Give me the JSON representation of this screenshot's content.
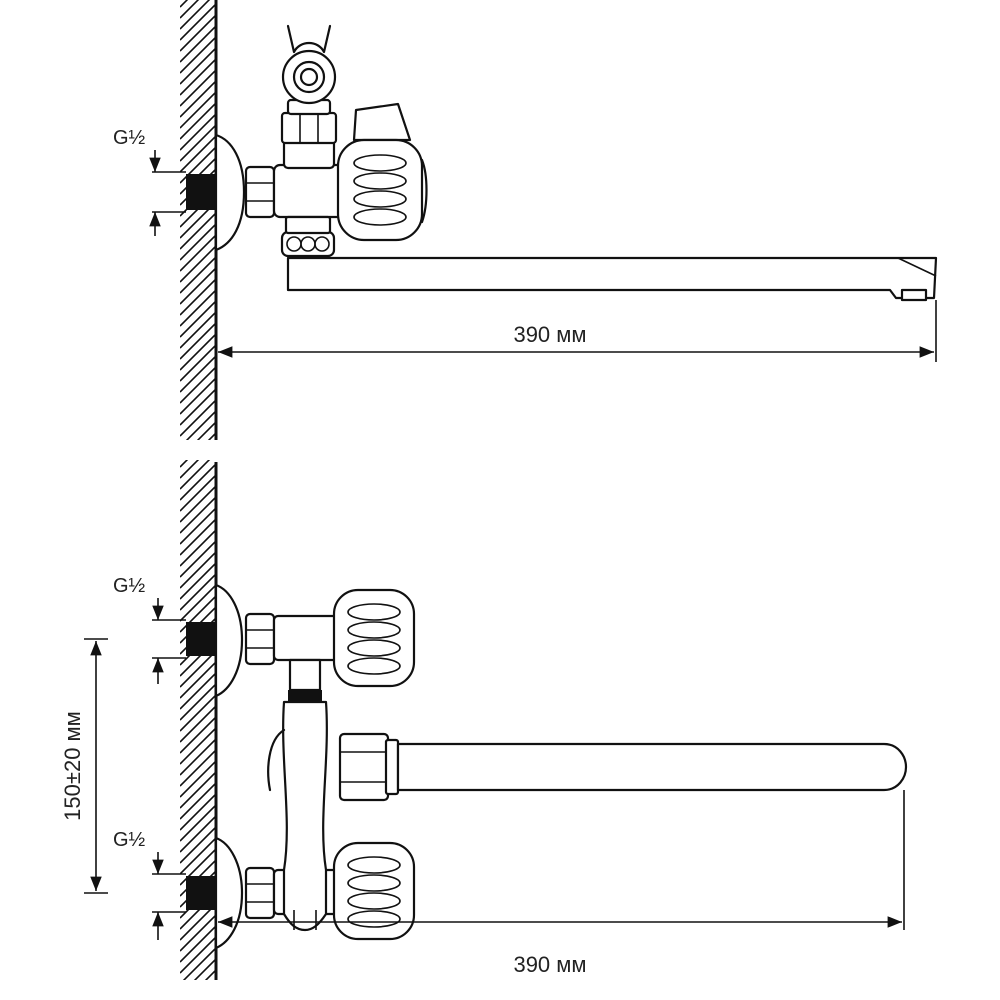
{
  "views": {
    "side": {
      "thread_label": "G½",
      "spout_length_label": "390 мм"
    },
    "front": {
      "thread_label_top": "G½",
      "thread_label_bottom": "G½",
      "center_distance_label": "150±20 мм",
      "spout_length_label": "390 мм"
    }
  }
}
